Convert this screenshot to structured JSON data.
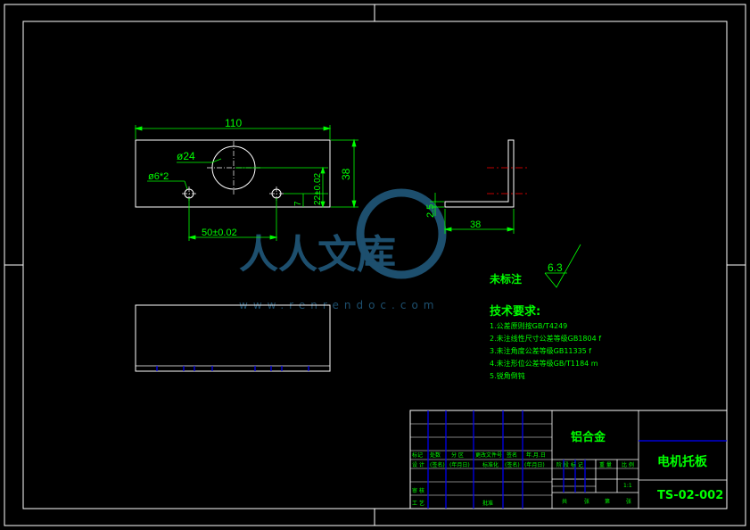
{
  "colors": {
    "background": "#000000",
    "outline": "#ffffff",
    "dimension": "#00ff00",
    "hidden": "#0000ff",
    "center_line": "#ff0000",
    "watermark": "#1d4f6e"
  },
  "front_view": {
    "dim_length": "110",
    "dim_height": "38",
    "hole_big": "ø24",
    "hole_small": "ø6*2",
    "dim_hole_height": "22±0.02",
    "dim_hole_center": "7",
    "dim_hole_spacing": "50±0.02"
  },
  "side_view": {
    "dim_thickness": "2.5",
    "dim_flange": "38"
  },
  "roughness": {
    "label": "未标注",
    "value": "6.3"
  },
  "requirements": {
    "title": "技术要求:",
    "items": [
      "1.公差原则按GB/T4249",
      "2.未注线性尺寸公差等级GB1804 f",
      "3.未注角度公差等级GB11335 f",
      "4.未注形位公差等级GB/T1184 m",
      "5.锐角倒钝"
    ]
  },
  "title_block": {
    "material": "铝合金",
    "part_name": "电机托板",
    "drawing_no": "TS-02-002",
    "scale": "1:1",
    "rev_headers": [
      "标记",
      "处数",
      "分 区",
      "更改文件号",
      "签名",
      "年.月.日"
    ],
    "role_row": [
      "设 计",
      "(签名)",
      "(年月日)",
      "标准化",
      "(签名)",
      "(年月日)"
    ],
    "check_row": [
      "审 核"
    ],
    "process_row": [
      "工 艺",
      "批准"
    ],
    "stage_headers": [
      "阶 段 标 记",
      "重 量",
      "比 例"
    ],
    "sheet_row": [
      "共",
      "张",
      "第",
      "张"
    ]
  },
  "watermark": {
    "logo_text": "人人文库",
    "url": "www.renrendoc.com"
  }
}
